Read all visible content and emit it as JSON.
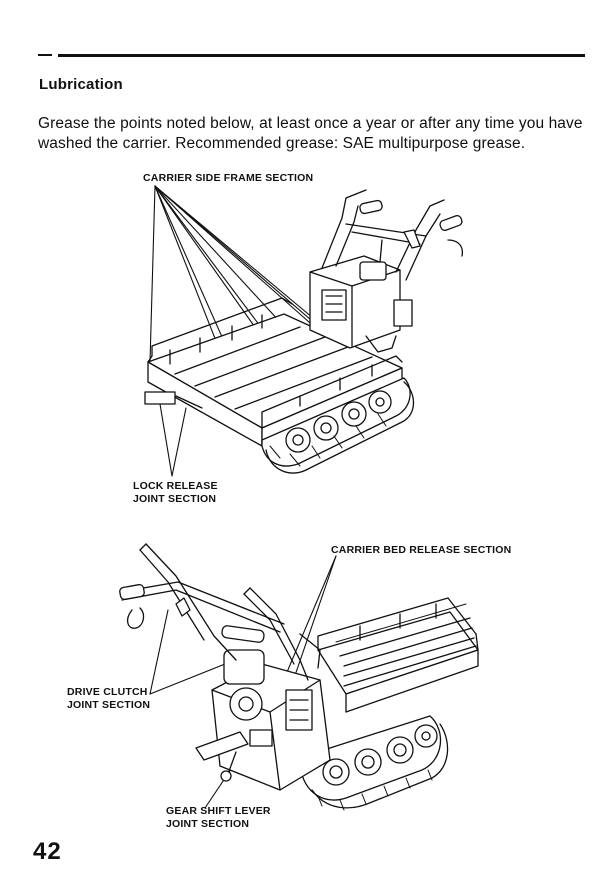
{
  "section": {
    "title": "Lubrication",
    "intro": "Grease the points noted below, at least once a year or after any time you have washed the carrier. Recommended grease: SAE multipurpose grease."
  },
  "figure_top": {
    "labels": {
      "carrier_side_frame": "CARRIER SIDE FRAME SECTION",
      "lock_release_line1": "LOCK RELEASE",
      "lock_release_line2": "JOINT SECTION"
    }
  },
  "figure_bottom": {
    "labels": {
      "carrier_bed_release": "CARRIER BED RELEASE SECTION",
      "drive_clutch_line1": "DRIVE CLUTCH",
      "drive_clutch_line2": "JOINT SECTION",
      "gear_shift_line1": "GEAR SHIFT LEVER",
      "gear_shift_line2": "JOINT SECTION"
    }
  },
  "page_number": "42"
}
